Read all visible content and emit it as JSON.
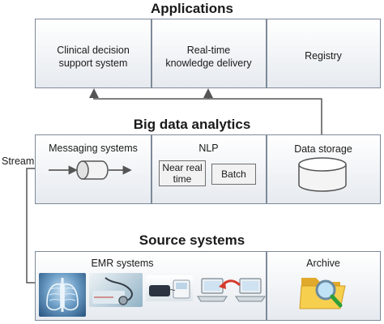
{
  "layers": {
    "applications": {
      "title": "Applications",
      "items": [
        "Clinical decision\nsupport system",
        "Real-time\nknowledge delivery",
        "Registry"
      ]
    },
    "analytics": {
      "title": "Big data analytics",
      "messaging": "Messaging systems",
      "nlp": "NLP",
      "nlp_modes": [
        "Near real\ntime",
        "Batch"
      ],
      "storage": "Data storage"
    },
    "sources": {
      "title": "Source systems",
      "emr": "EMR systems",
      "archive": "Archive"
    }
  },
  "stream_label": "Stream",
  "icons": [
    "cylinder-queue-icon",
    "database-icon",
    "xray-image-icon",
    "stethoscope-image-icon",
    "blood-pressure-image-icon",
    "computer-transfer-icon",
    "folder-search-icon"
  ]
}
